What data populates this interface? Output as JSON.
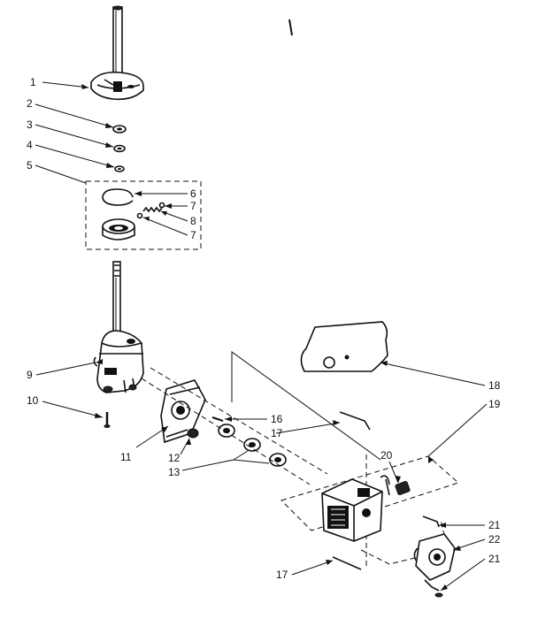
{
  "callouts": [
    {
      "n": "1"
    },
    {
      "n": "2"
    },
    {
      "n": "3"
    },
    {
      "n": "4"
    },
    {
      "n": "5"
    },
    {
      "n": "6"
    },
    {
      "n": "7"
    },
    {
      "n": "8"
    },
    {
      "n": "7"
    },
    {
      "n": "9"
    },
    {
      "n": "10"
    },
    {
      "n": "11"
    },
    {
      "n": "12"
    },
    {
      "n": "13"
    },
    {
      "n": "16"
    },
    {
      "n": "17"
    },
    {
      "n": "18"
    },
    {
      "n": "19"
    },
    {
      "n": "20"
    },
    {
      "n": "21"
    },
    {
      "n": "22"
    },
    {
      "n": "21"
    },
    {
      "n": "17"
    }
  ]
}
